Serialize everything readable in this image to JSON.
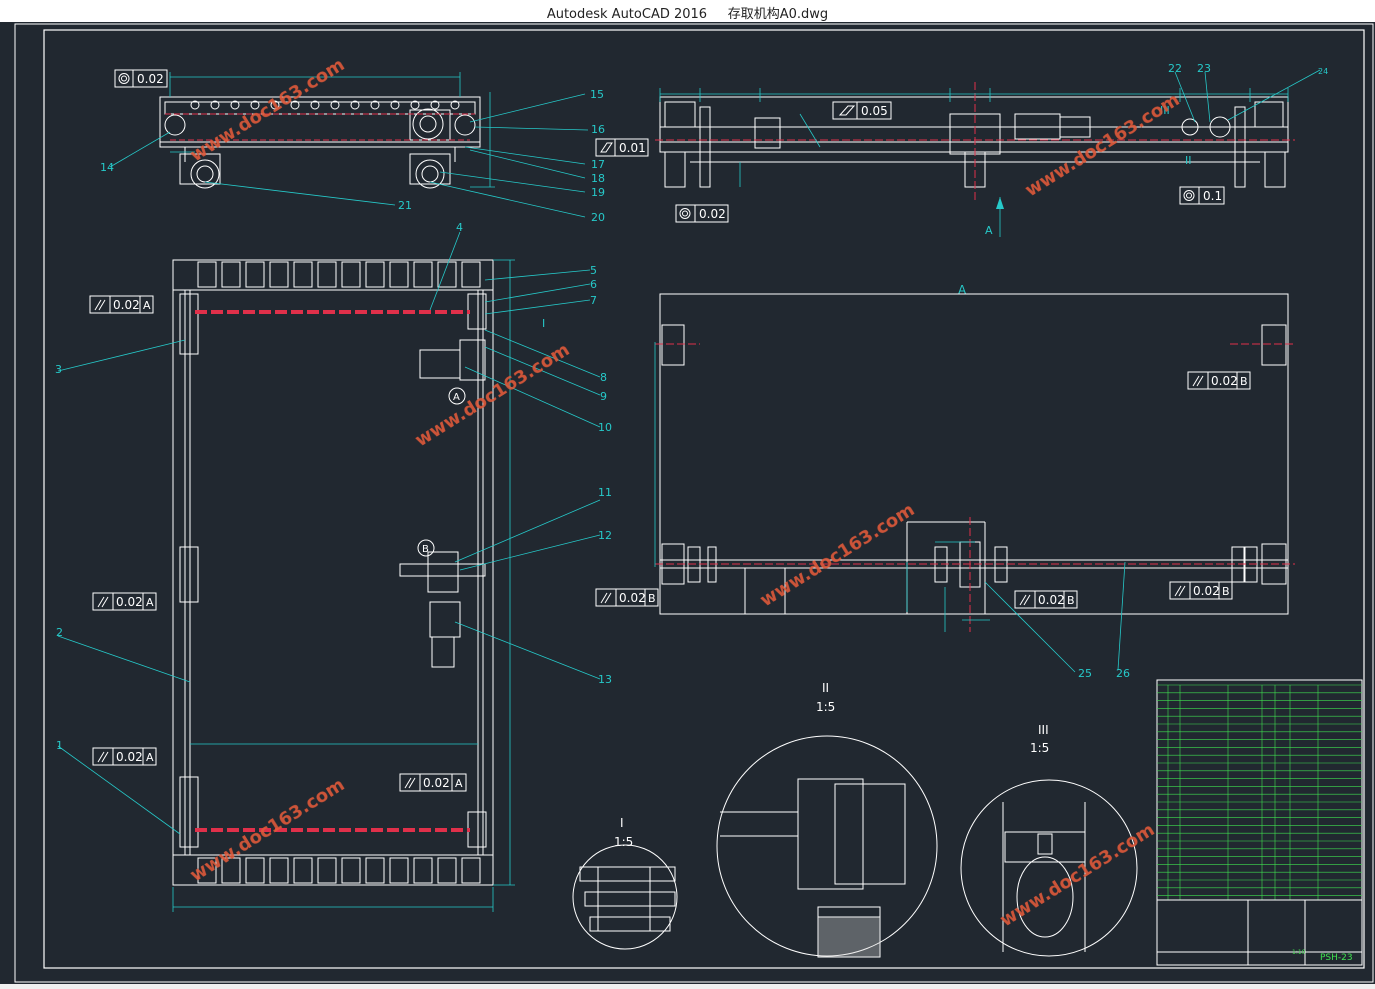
{
  "window": {
    "app_title": "Autodesk AutoCAD 2016",
    "file_name": "存取机构A0.dwg"
  },
  "colors": {
    "background": "#212830",
    "line": "#ffffff",
    "dimension": "#26c9c9",
    "green": "#3fe04f",
    "red_centerline": "#e0304a",
    "watermark": "#e05a3a"
  },
  "watermark": "www.doc163.com",
  "drawing": {
    "gdt": {
      "concentric_top_left": "0.02",
      "parallel_top_right": "0.05",
      "flatness_right": "0.01",
      "concentric_right_bottom": "0.02",
      "concentric_right": "0.1",
      "parallel_left_1": "0.02",
      "parallel_left_2": "0.02",
      "parallel_left_3": "0.02",
      "parallel_inner": "0.02",
      "parallel_view_a_1": "0.02",
      "parallel_view_a_2": "0.02",
      "parallel_view_a_3": "0.02",
      "parallel_view_a_4": "0.02",
      "datum_a": "A",
      "datum_b": "B"
    },
    "balloons": [
      "1",
      "2",
      "3",
      "4",
      "5",
      "6",
      "7",
      "8",
      "9",
      "10",
      "11",
      "12",
      "13",
      "14",
      "15",
      "16",
      "17",
      "18",
      "19",
      "20",
      "21",
      "22",
      "23",
      "24",
      "25",
      "26"
    ],
    "roman": [
      "I",
      "II",
      "III"
    ],
    "view_labels": {
      "view_a": "A",
      "arrow_a": "A",
      "circle_a": "A",
      "circle_b": "B",
      "detail_1": "I",
      "detail_2": "II",
      "detail_3": "III",
      "scale": "1:5"
    },
    "title_block": {
      "drawing_no": "PSH-23",
      "scale": "1:10"
    }
  }
}
